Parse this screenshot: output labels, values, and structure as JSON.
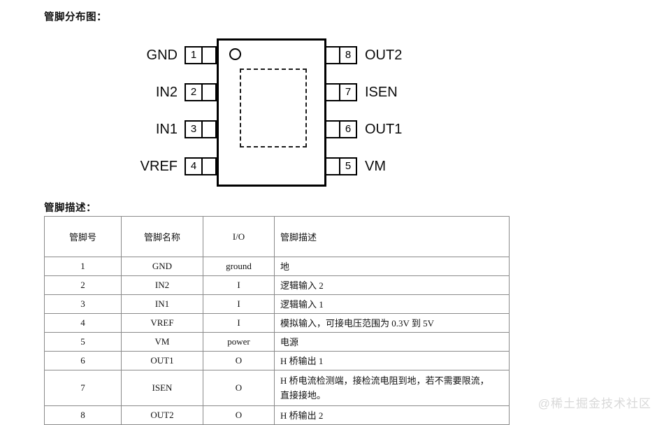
{
  "headings": {
    "pinout": "管脚分布图：",
    "pin_description": "管脚描述："
  },
  "pin_diagram": {
    "package_marker": "dot-marker",
    "left_pins": [
      {
        "number": "1",
        "label": "GND"
      },
      {
        "number": "2",
        "label": "IN2"
      },
      {
        "number": "3",
        "label": "IN1"
      },
      {
        "number": "4",
        "label": "VREF"
      }
    ],
    "right_pins": [
      {
        "number": "8",
        "label": "OUT2"
      },
      {
        "number": "7",
        "label": "ISEN"
      },
      {
        "number": "6",
        "label": "OUT1"
      },
      {
        "number": "5",
        "label": "VM"
      }
    ]
  },
  "table": {
    "headers": {
      "number": "管脚号",
      "name": "管脚名称",
      "io": "I/O",
      "description": "管脚描述"
    },
    "rows": [
      {
        "number": "1",
        "name": "GND",
        "io": "ground",
        "desc_line1": "地",
        "desc_line2": ""
      },
      {
        "number": "2",
        "name": "IN2",
        "io": "I",
        "desc_line1": "逻辑输入 2",
        "desc_line2": ""
      },
      {
        "number": "3",
        "name": "IN1",
        "io": "I",
        "desc_line1": "逻辑输入 1",
        "desc_line2": ""
      },
      {
        "number": "4",
        "name": "VREF",
        "io": "I",
        "desc_line1": "模拟输入，可接电压范围为 0.3V 到 5V",
        "desc_line2": ""
      },
      {
        "number": "5",
        "name": "VM",
        "io": "power",
        "desc_line1": "电源",
        "desc_line2": ""
      },
      {
        "number": "6",
        "name": "OUT1",
        "io": "O",
        "desc_line1": "H 桥输出 1",
        "desc_line2": ""
      },
      {
        "number": "7",
        "name": "ISEN",
        "io": "O",
        "desc_line1": "H 桥电流检测端，接检流电阻到地，若不需要限流，",
        "desc_line2": "直接接地。"
      },
      {
        "number": "8",
        "name": "OUT2",
        "io": "O",
        "desc_line1": "H 桥输出 2",
        "desc_line2": ""
      }
    ]
  },
  "watermark": {
    "text": "@稀土掘金技术社区"
  },
  "colors": {
    "ink": "#000000",
    "table_border": "#8a8a8a",
    "watermark": "#d9d9d9"
  }
}
